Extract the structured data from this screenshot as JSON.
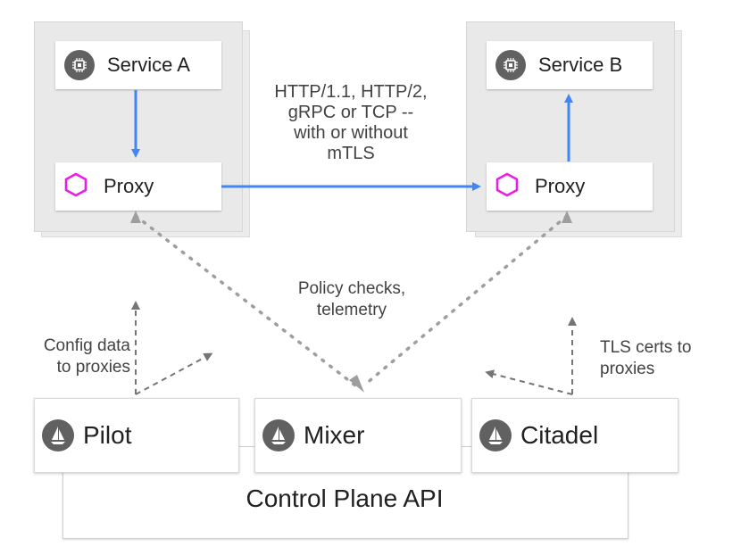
{
  "service_a": {
    "label": "Service A",
    "icon": "chip-icon"
  },
  "service_b": {
    "label": "Service B",
    "icon": "chip-icon"
  },
  "proxy_a": {
    "label": "Proxy",
    "icon": "hexagon-icon"
  },
  "proxy_b": {
    "label": "Proxy",
    "icon": "hexagon-icon"
  },
  "transport_note": [
    "HTTP/1.1, HTTP/2,",
    "gRPC or TCP --",
    "with or without",
    "mTLS"
  ],
  "policy_note": [
    "Policy checks,",
    "telemetry"
  ],
  "config_note": [
    "Config data",
    "to proxies"
  ],
  "tls_note": [
    "TLS certs to",
    "proxies"
  ],
  "control_plane": {
    "pilot": "Pilot",
    "mixer": "Mixer",
    "citadel": "Citadel",
    "api_label": "Control Plane API"
  },
  "colors": {
    "arrow_blue": "#4285f4",
    "hexagon_magenta": "#e91ee6",
    "dotted_gray": "#9e9e9e",
    "icon_gray": "#616161"
  }
}
